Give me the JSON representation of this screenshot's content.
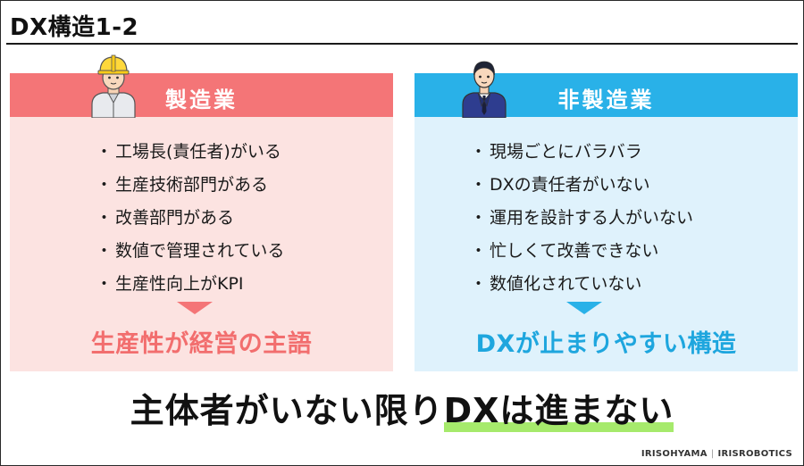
{
  "slide_title": "DX構造1-2",
  "left": {
    "heading": "製造業",
    "bullets": [
      "工場長(責任者)がいる",
      "生産技術部門がある",
      "改善部門がある",
      "数値で管理されている",
      "生産性向上がKPI"
    ],
    "conclusion": "生産性が経営の主語"
  },
  "right": {
    "heading": "非製造業",
    "bullets": [
      "現場ごとにバラバラ",
      "DXの責任者がいない",
      "運用を設計する人がいない",
      "忙しくて改善できない",
      "数値化されていない"
    ],
    "conclusion": "DXが止まりやすい構造"
  },
  "bullet_mark": "・",
  "bottom": {
    "prefix": "主体者がいない限り",
    "emphasis": "DXは進まない"
  },
  "footer": {
    "brand1": "IRISOHYAMA",
    "separator": "|",
    "brand2": "IRISROBOTICS"
  },
  "colors": {
    "left_accent": "#f47577",
    "left_bg": "#fce3e1",
    "right_accent": "#29b1e8",
    "right_bg": "#dff2fc",
    "underline": "#a6ea6c"
  },
  "icons": {
    "left_figure": "worker-helmet-icon",
    "right_figure": "businessman-icon"
  }
}
